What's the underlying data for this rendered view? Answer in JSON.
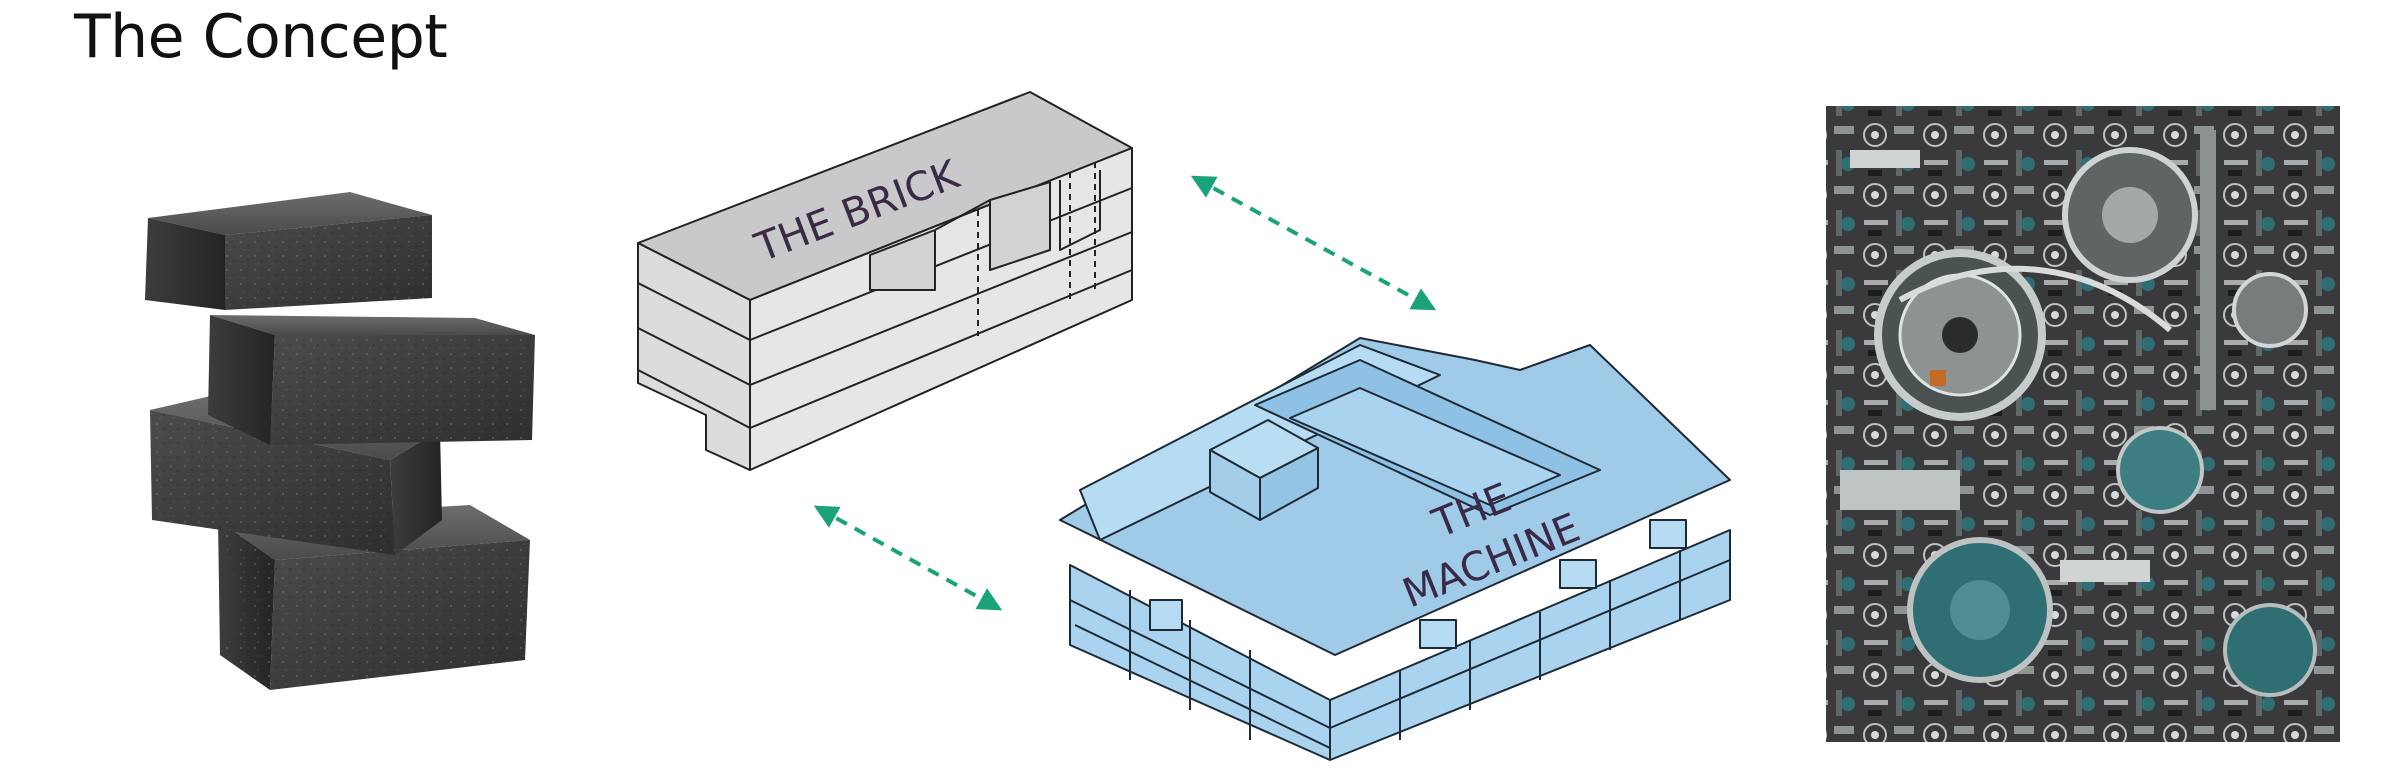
{
  "page": {
    "title": "The Concept"
  },
  "labels": {
    "brick": "THE BRICK",
    "machine_line1": "THE",
    "machine_line2": "MACHINE"
  },
  "colors": {
    "brick_model": "#c9c9cb",
    "machine_model": "#9fcbe9",
    "arrow": "#1aa37a",
    "label_text": "#3a2a45"
  },
  "icons": {
    "arrows": "double-headed-dashed-arrow-icon"
  }
}
